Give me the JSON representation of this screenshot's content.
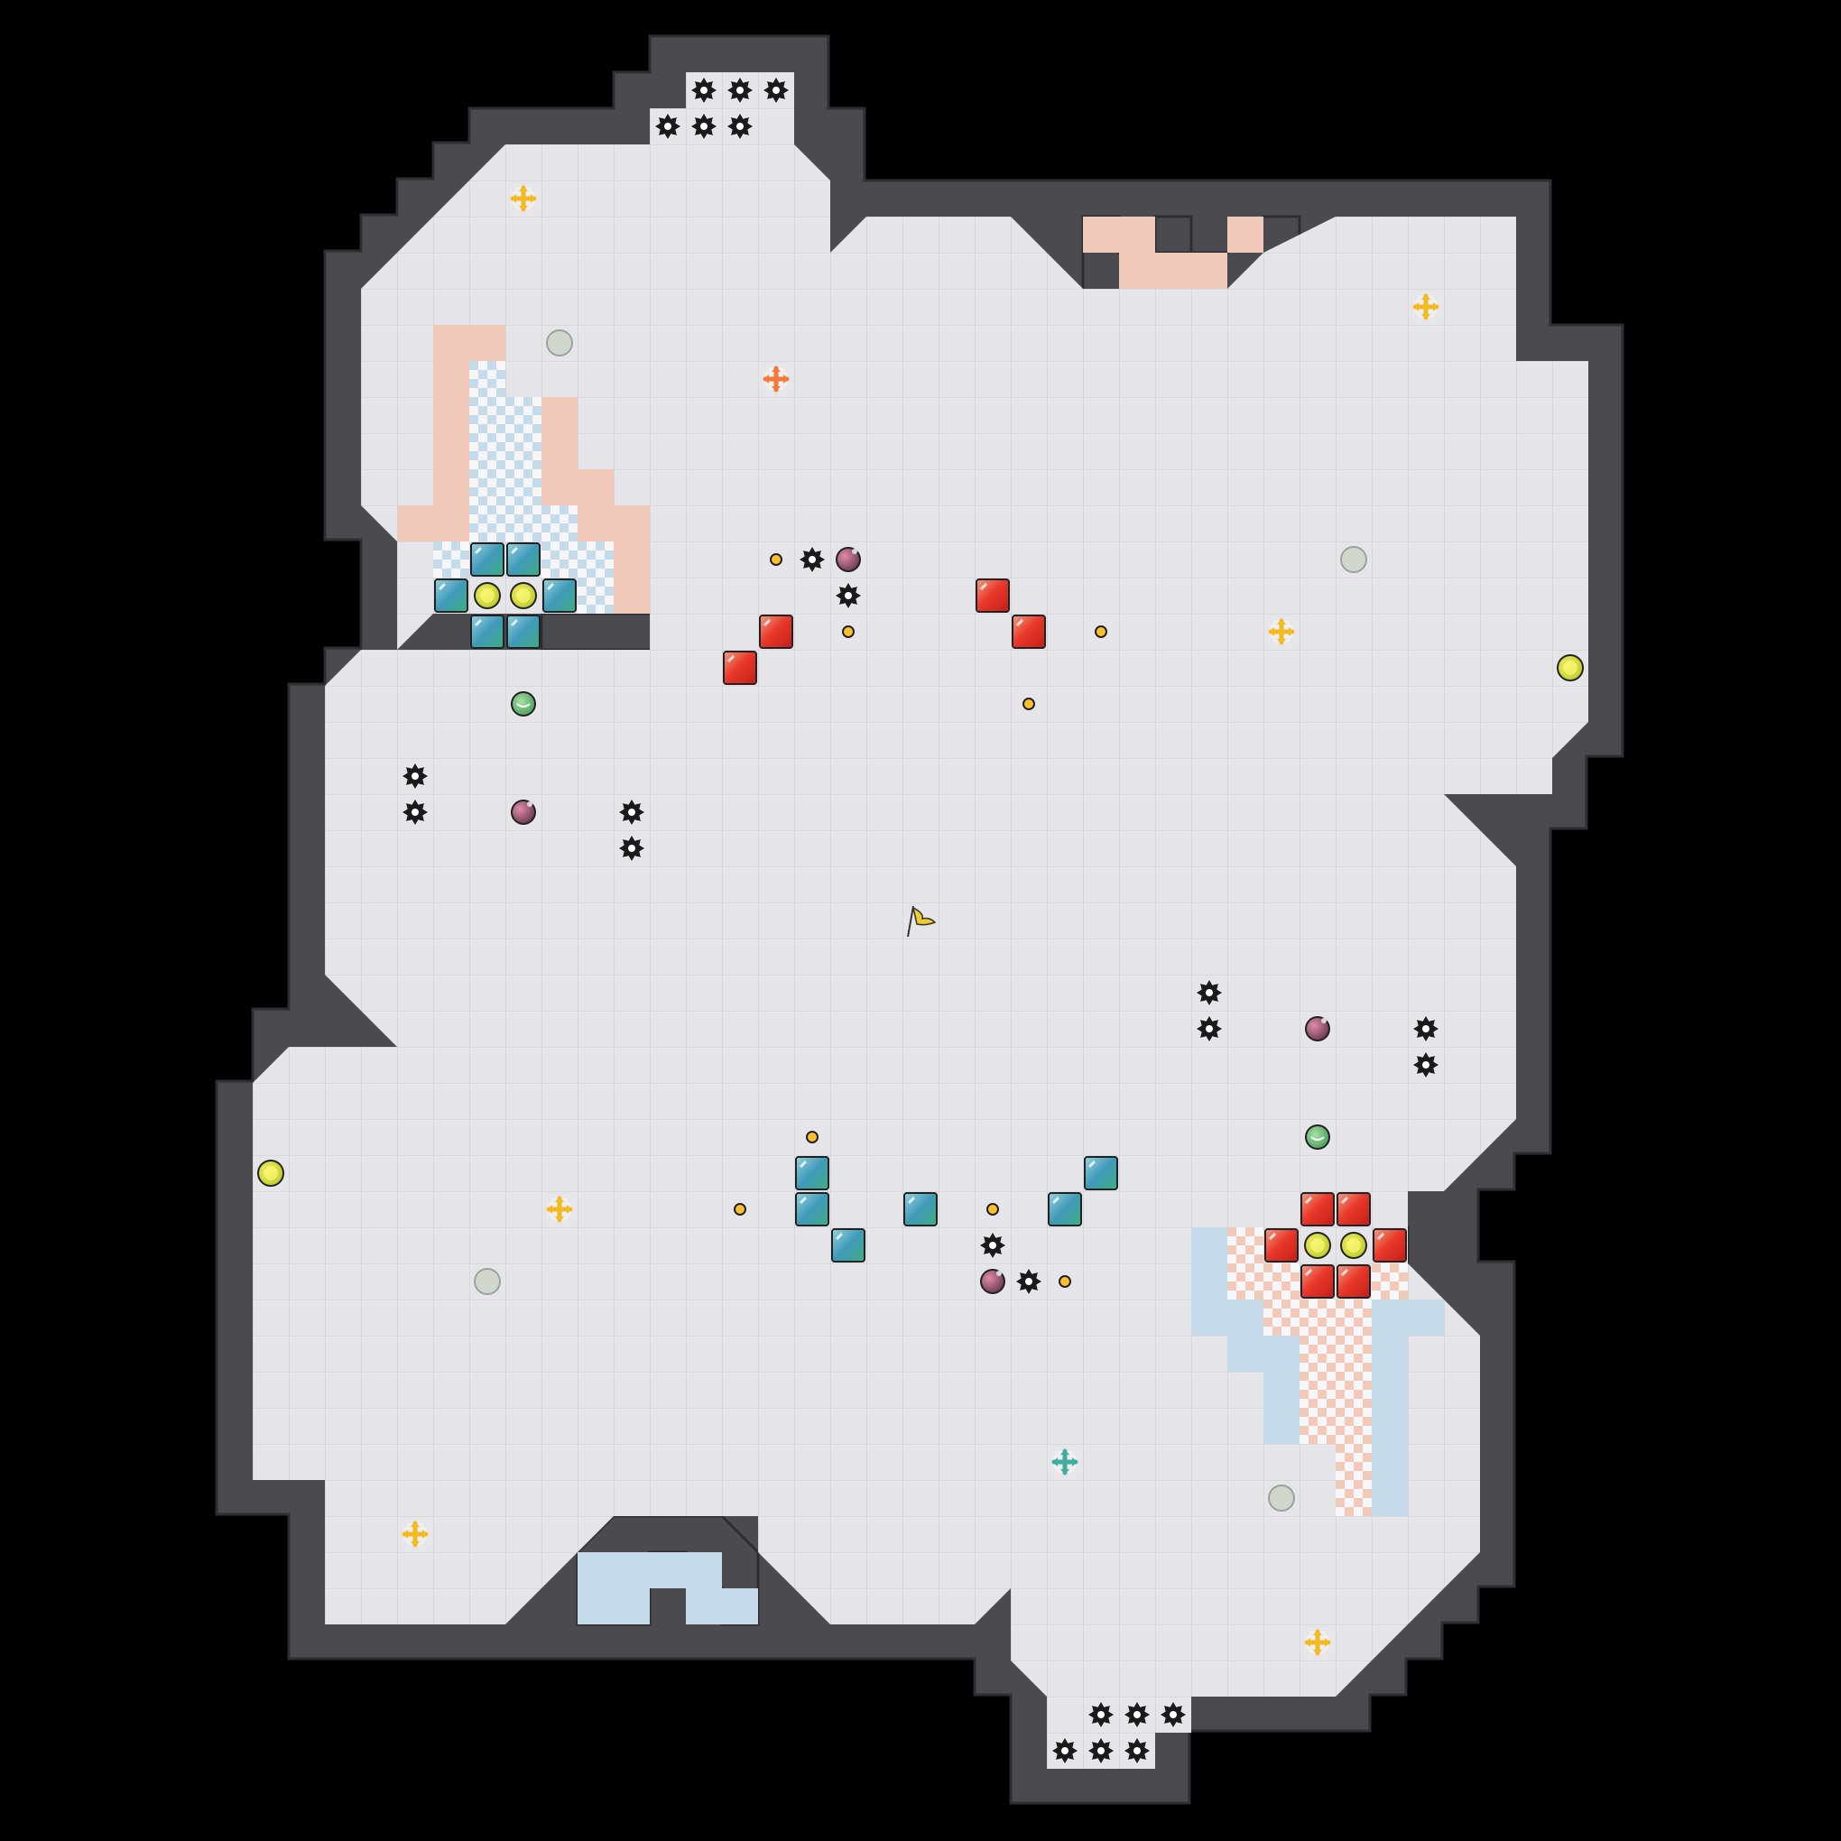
{
  "map": {
    "background": "#000000",
    "wall_color": "#4a4a4f",
    "wall_edge": "#2e2e32",
    "floor_color": "#e6e6ea",
    "grid_color": "#d4d4d9",
    "red_zone_color": "#f0c9b9",
    "blue_zone_color": "#c6dbea"
  },
  "team_colors": {
    "red": "#e8392b",
    "blue": "#3f9ab8",
    "red_secondary": "#f07a3a",
    "blue_secondary": "#3fae9e"
  },
  "legend": [
    {
      "kind": "flag",
      "icon": "yellow-flag-icon"
    },
    {
      "kind": "spike",
      "icon": "spike-icon"
    },
    {
      "kind": "boost",
      "icon": "boost-icon"
    },
    {
      "kind": "team-boost-red",
      "icon": "red-boost-icon"
    },
    {
      "kind": "team-boost-blue",
      "icon": "blue-boost-icon"
    },
    {
      "kind": "powerup",
      "icon": "powerup-icon"
    },
    {
      "kind": "bomb",
      "icon": "bomb-icon"
    },
    {
      "kind": "button",
      "icon": "button-icon"
    },
    {
      "kind": "portal",
      "icon": "portal-icon"
    },
    {
      "kind": "gate",
      "icon": "gate-icon"
    },
    {
      "kind": "red-team-tile",
      "icon": "red-tile-icon"
    },
    {
      "kind": "blue-team-tile",
      "icon": "blue-tile-icon"
    },
    {
      "kind": "flag-stand",
      "icon": "flag-stand-icon"
    }
  ]
}
